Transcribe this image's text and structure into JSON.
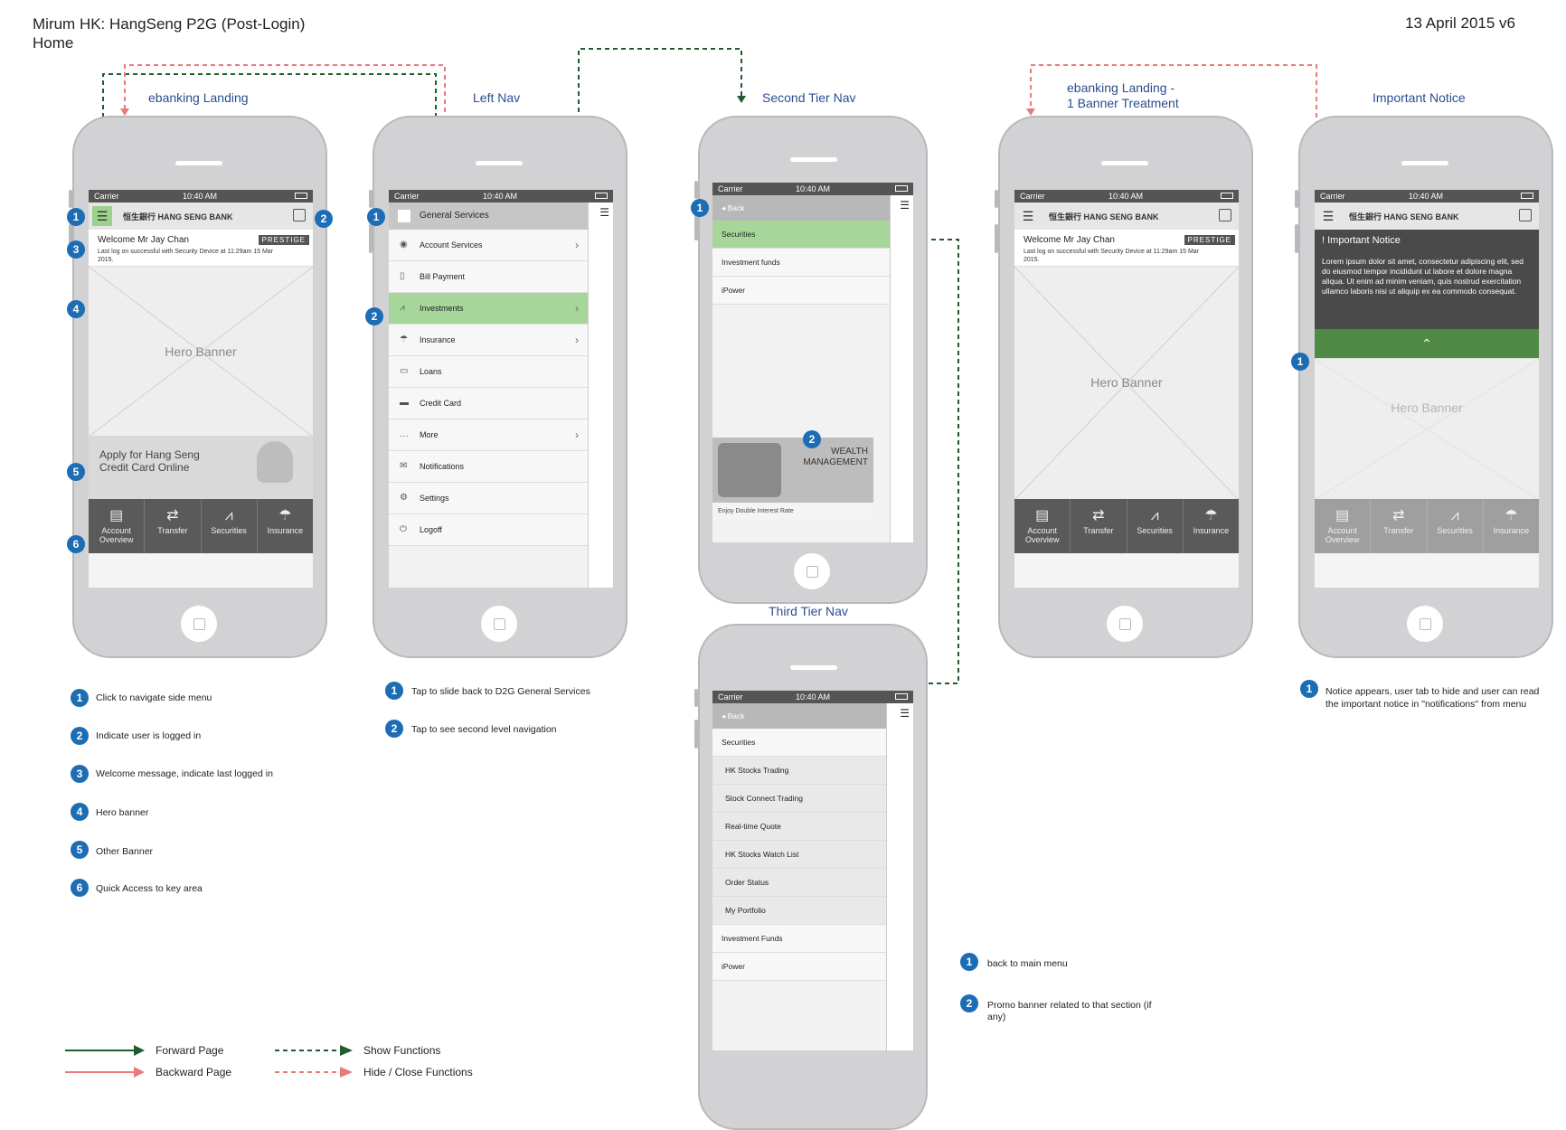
{
  "doc": {
    "title_line1": "Mirum HK: HangSeng P2G (Post-Login)",
    "title_line2": "Home",
    "date": "13 April 2015 v6"
  },
  "screen_titles": {
    "ebanking_landing": "ebanking Landing",
    "left_nav": "Left Nav",
    "second_tier": "Second Tier Nav",
    "third_tier": "Third Tier Nav",
    "one_banner_l1": "ebanking Landing -",
    "one_banner_l2": "1 Banner Treatment",
    "important_notice": "Important Notice"
  },
  "status": {
    "carrier": "Carrier",
    "time": "10:40 AM"
  },
  "bank": {
    "name": "恒生銀行 HANG SENG BANK"
  },
  "welcome": {
    "name": "Welcome Mr Jay Chan",
    "badge": "PRESTIGE",
    "last_logon": "Last log on successful with Security Device at 11:29am 15 Mar 2015."
  },
  "hero_label": "Hero Banner",
  "promo_label": "Apply for Hang Seng Credit Card Online",
  "quick_access": [
    {
      "icon": "account-icon",
      "label": "Account Overview"
    },
    {
      "icon": "transfer-icon",
      "label": "Transfer"
    },
    {
      "icon": "securities-icon",
      "label": "Securities"
    },
    {
      "icon": "insurance-icon",
      "label": "Insurance"
    }
  ],
  "left_nav": {
    "header": "General Services",
    "items": [
      {
        "label": "Account Services",
        "has_chevron": true
      },
      {
        "label": "Bill Payment",
        "has_chevron": false
      },
      {
        "label": "Investments",
        "has_chevron": true
      },
      {
        "label": "Insurance",
        "has_chevron": true
      },
      {
        "label": "Loans",
        "has_chevron": false
      },
      {
        "label": "Credit Card",
        "has_chevron": false
      },
      {
        "label": "More",
        "has_chevron": true
      },
      {
        "label": "Notifications",
        "has_chevron": false
      },
      {
        "label": "Settings",
        "has_chevron": false
      },
      {
        "label": "Logoff",
        "has_chevron": false
      }
    ]
  },
  "second_tier": {
    "back": "Back",
    "items": [
      "Securities",
      "Investment funds",
      "iPower"
    ],
    "wealth_l1": "WEALTH",
    "wealth_l2": "MANAGEMENT",
    "wealth_sub": "Enjoy Double Interest Rate"
  },
  "third_tier": {
    "back": "Back",
    "section": "Securities",
    "sub_items": [
      "HK Stocks Trading",
      "Stock Connect Trading",
      "Real-time Quote",
      "HK Stocks Watch List",
      "Order Status",
      "My Portfolio"
    ],
    "items": [
      "Investment Funds",
      "iPower"
    ]
  },
  "notice": {
    "title": "! Important Notice",
    "body": "Lorem ipsum dolor sit amet, consectetur adipiscing elit, sed do eiusmod tempor incididunt ut labore et dolore magna aliqua. Ut enim ad minim veniam, quis nostrud exercitation ullamco laboris nisi ut aliquip ex ea commodo consequat."
  },
  "notes_landing": [
    "Click to navigate side menu",
    "Indicate user is logged in",
    "Welcome message, indicate last logged in",
    "Hero banner",
    "Other Banner",
    "Quick Access to key area"
  ],
  "notes_left_nav": [
    "Tap to slide back to D2G General Services",
    "Tap to see second level navigation"
  ],
  "notes_second_tier": [
    "back to main menu",
    "Promo banner related to that section (if any)"
  ],
  "notes_notice": [
    "Notice appears, user tab to hide and user can read the important notice in \"notifications\" from menu"
  ],
  "legend": {
    "forward": "Forward Page",
    "backward": "Backward Page",
    "show": "Show Functions",
    "hide": "Hide / Close Functions"
  },
  "markers": [
    "1",
    "2",
    "3",
    "4",
    "5",
    "6"
  ],
  "colors": {
    "accent_green": "#a7d69b",
    "marker_blue": "#1d6db5",
    "forward": "#1f5c2e",
    "backward": "#e87a7a"
  }
}
